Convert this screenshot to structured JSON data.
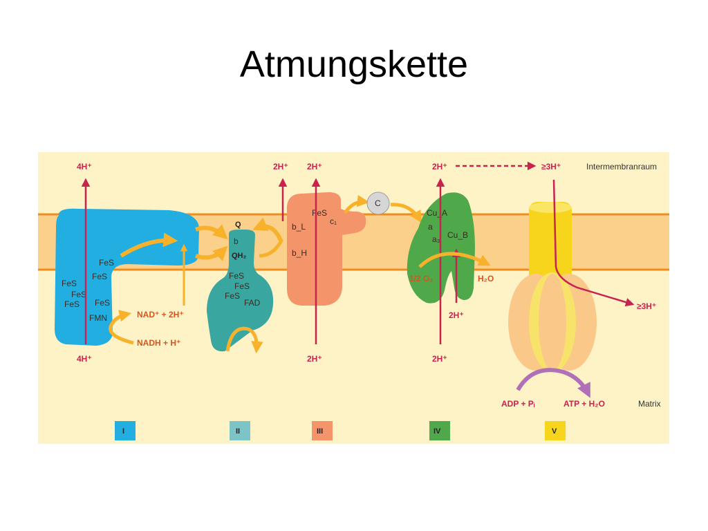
{
  "title": "Atmungskette",
  "regions": {
    "top": "Intermembranraum",
    "bottom": "Matrix"
  },
  "complexes": {
    "I": {
      "label": "I",
      "color": "#22aee0",
      "top_h": "4H⁺",
      "bottom_h": "4H⁺",
      "fes1": "FeS",
      "fes2": "FeS",
      "fes3": "FeS",
      "fes4": "FeS",
      "fes5": "FeS",
      "fes6": "FeS",
      "fmn": "FMN",
      "nad": "NAD⁺ + 2H⁺",
      "nadh": "NADH + H⁺"
    },
    "II": {
      "label": "II",
      "color": "#3aa6a0",
      "q": "Q",
      "b": "b",
      "qh2": "QH₂",
      "fes1": "FeS",
      "fes2": "FeS",
      "fes3": "FeS",
      "fad": "FAD"
    },
    "III": {
      "label": "III",
      "color": "#f4946a",
      "top_h1": "2H⁺",
      "top_h2": "2H⁺",
      "bottom_h": "2H⁺",
      "fes": "FeS",
      "c1": "c₁",
      "bl": "b_L",
      "bh": "b_H"
    },
    "cyt_c": {
      "label": "C"
    },
    "IV": {
      "label": "IV",
      "color": "#4fa84a",
      "top_h": "2H⁺",
      "bottom_h": "2H⁺",
      "inner_h": "2H⁺",
      "cua": "Cu_A",
      "a": "a",
      "a3": "a₃",
      "cub": "Cu_B",
      "o2": "1/2 O₂",
      "h2o": "H₂O"
    },
    "V": {
      "label": "V",
      "color": "#f7d51d",
      "top_h": "≥3H⁺",
      "right_h": "≥3H⁺",
      "adp": "ADP + Pᵢ",
      "atp": "ATP + H₂O"
    }
  },
  "colors": {
    "background": "#fdf3c6",
    "membrane": "#fbd08b",
    "membrane_line": "#f08c1e",
    "proton_arrow": "#c8224f",
    "electron_arrow": "#f7b12a",
    "atp_arrow": "#b070b8"
  }
}
